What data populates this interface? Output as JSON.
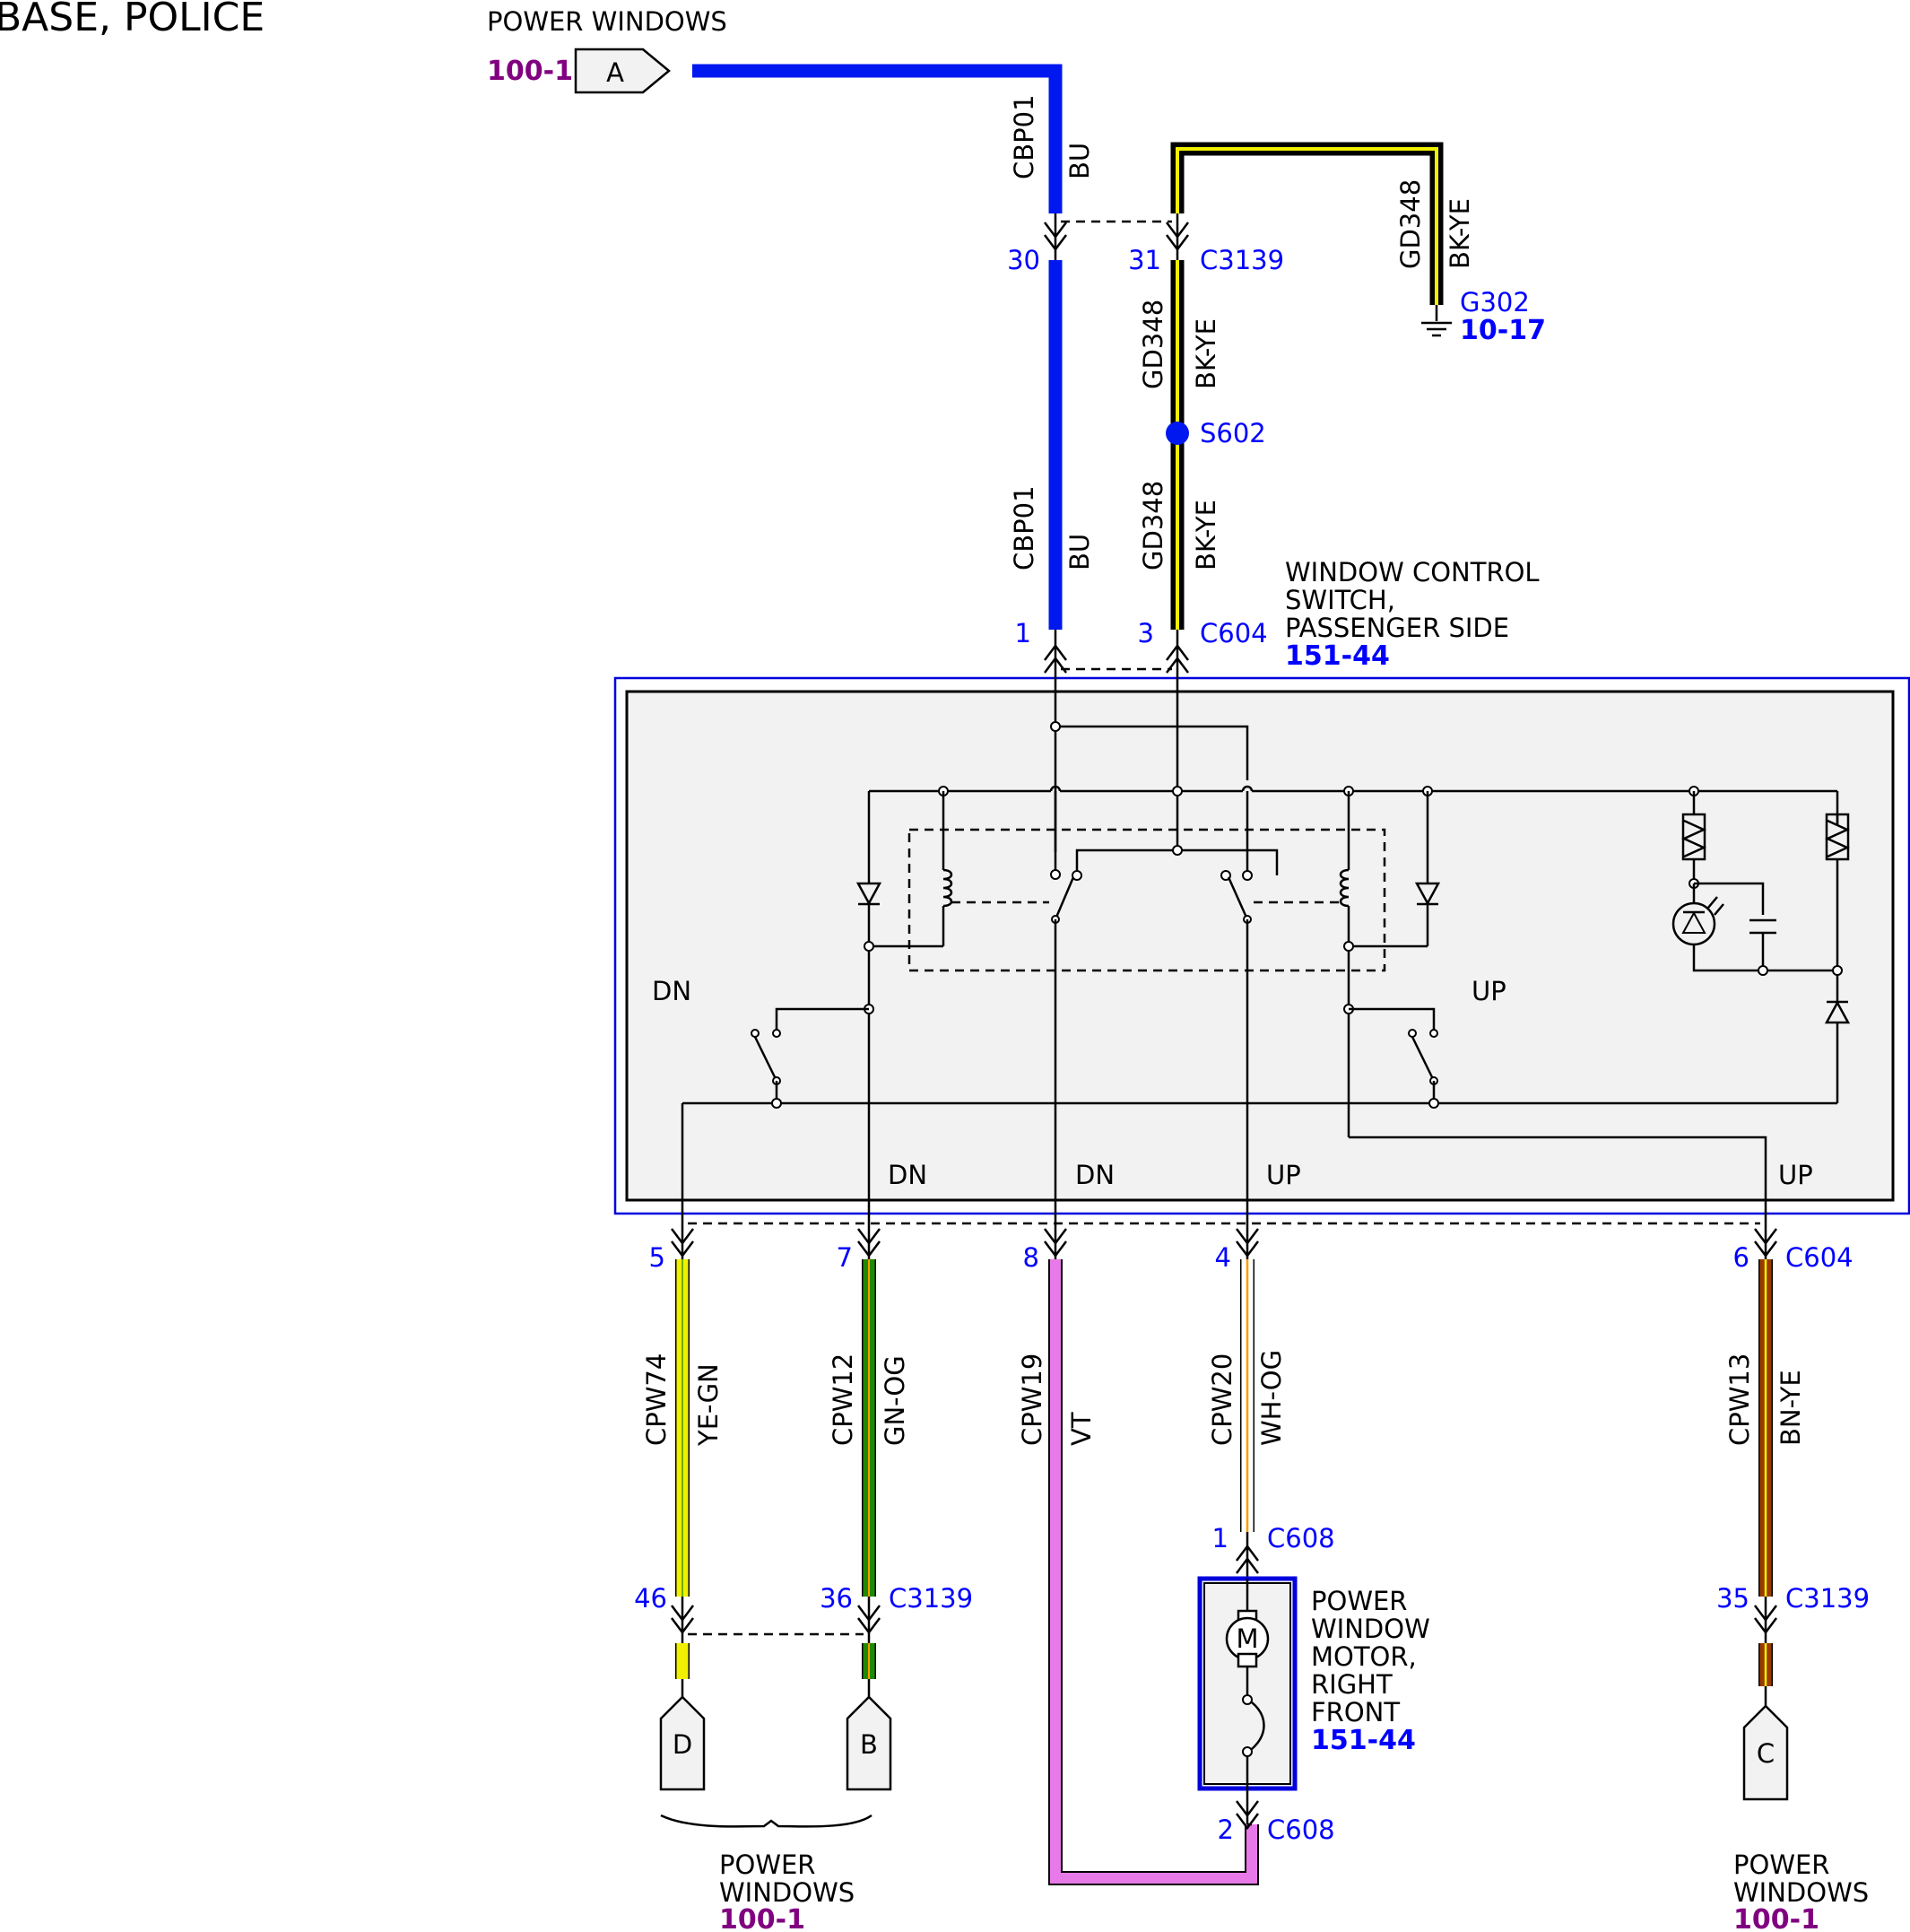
{
  "page": {
    "title": "BASE, POLICE"
  },
  "colors": {
    "wire_BU": "#0018f0",
    "wire_BK": "#000000",
    "wire_YE": "#f0f000",
    "wire_GN": "#1e8a00",
    "wire_OG": "#ff9a00",
    "wire_VT": "#e879e8",
    "wire_WH": "#ffffff",
    "wire_BN": "#9a3a00",
    "pin_text": "#0000ff",
    "ref_purple": "#800080",
    "ref_blue": "#0000ff",
    "module_border": "#0000dd",
    "module_fill": "#f2f2f2"
  },
  "top_connector": {
    "label": "POWER WINDOWS",
    "ref": "100-1",
    "letter": "A"
  },
  "wires": {
    "cbp01": {
      "circuit": "CBP01",
      "color": "BU"
    },
    "gd348": {
      "circuit": "GD348",
      "color": "BK-YE"
    },
    "cpw74": {
      "circuit": "CPW74",
      "color": "YE-GN"
    },
    "cpw12": {
      "circuit": "CPW12",
      "color": "GN-OG"
    },
    "cpw19": {
      "circuit": "CPW19",
      "color": "VT"
    },
    "cpw20": {
      "circuit": "CPW20",
      "color": "WH-OG"
    },
    "cpw13": {
      "circuit": "CPW13",
      "color": "BN-YE"
    }
  },
  "connectors": {
    "c3139": "C3139",
    "c604": "C604",
    "c608": "C608"
  },
  "pins": {
    "c3139_cbp01": "30",
    "c3139_gd348": "31",
    "c604_cbp01": "1",
    "c604_gd348": "3",
    "c604_cpw74": "5",
    "c604_cpw12": "7",
    "c604_cpw19": "8",
    "c604_cpw20": "4",
    "c604_cpw13": "6",
    "c3139_cpw74": "46",
    "c3139_cpw12": "36",
    "c3139_cpw13": "35",
    "c608_cpw20": "1",
    "c608_cpw19": "2"
  },
  "ground": {
    "id": "G302",
    "ref": "10-17"
  },
  "splice": {
    "id": "S602"
  },
  "switch_module": {
    "lines": [
      "WINDOW CONTROL",
      "SWITCH,",
      "PASSENGER SIDE"
    ],
    "ref": "151-44",
    "dn": "DN",
    "up": "UP"
  },
  "motor": {
    "lines": [
      "POWER",
      "WINDOW",
      "MOTOR,",
      "RIGHT",
      "FRONT"
    ],
    "ref": "151-44",
    "symbol": "M"
  },
  "bottom_connectors": {
    "d_letter": "D",
    "b_letter": "B",
    "c_letter": "C",
    "db_label": [
      "POWER",
      "WINDOWS"
    ],
    "db_ref": "100-1",
    "c_label": [
      "POWER",
      "WINDOWS"
    ],
    "c_ref": "100-1"
  }
}
